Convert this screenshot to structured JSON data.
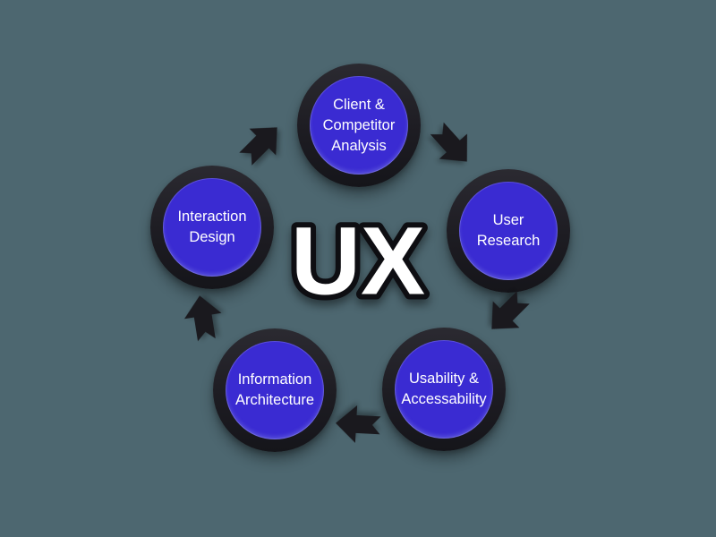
{
  "diagram": {
    "title": "UX",
    "type": "cycle",
    "direction": "clockwise",
    "colors": {
      "background": "#4D6770",
      "node_fill": "#3A2BD2",
      "node_ring": "#1D1C22",
      "arrow": "#1A191E",
      "node_text": "#FFFFFF",
      "center_text_fill": "#FFFFFF",
      "center_text_outline": "#0E0E12"
    },
    "nodes": [
      {
        "id": "client-competitor-analysis",
        "label": "Client & Competitor Analysis",
        "lines": [
          "Client &",
          "Competitor",
          "Analysis"
        ],
        "position": "top"
      },
      {
        "id": "user-research",
        "label": "User Research",
        "lines": [
          "User",
          "Research"
        ],
        "position": "right"
      },
      {
        "id": "usability-accessability",
        "label": "Usability & Accessability",
        "lines": [
          "Usability &",
          "Accessability"
        ],
        "position": "bottom-right"
      },
      {
        "id": "information-architecture",
        "label": "Information Architecture",
        "lines": [
          "Information",
          "Architecture"
        ],
        "position": "bottom-left"
      },
      {
        "id": "interaction-design",
        "label": "Interaction Design",
        "lines": [
          "Interaction",
          "Design"
        ],
        "position": "left"
      }
    ],
    "flow": [
      "Client & Competitor Analysis",
      "User Research",
      "Usability & Accessability",
      "Information Architecture",
      "Interaction Design",
      "Client & Competitor Analysis"
    ]
  }
}
